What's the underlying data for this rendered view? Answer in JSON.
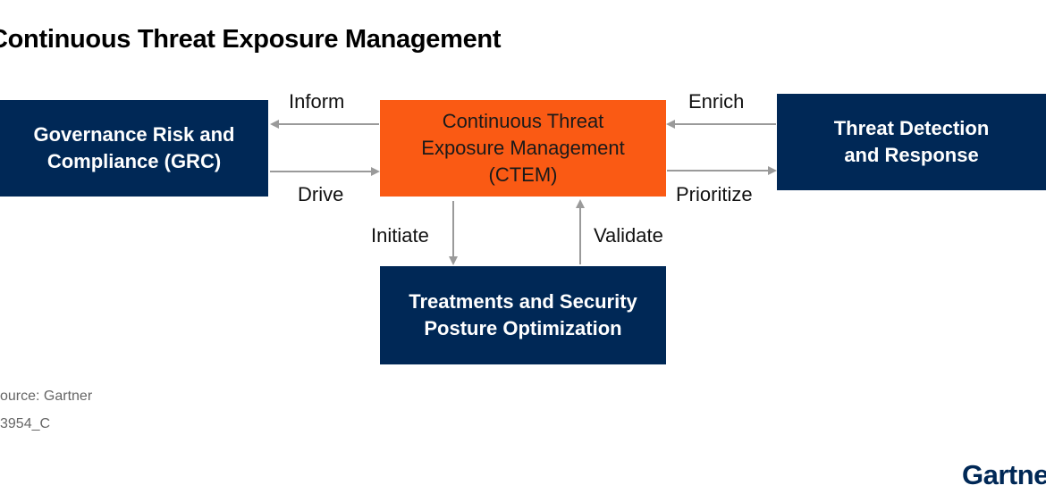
{
  "title": "Continuous Threat Exposure Management",
  "nodes": {
    "grc": "Governance Risk and Compliance (GRC)",
    "ctem": "Continuous Threat Exposure Management (CTEM)",
    "tdr": "Threat Detection and Response",
    "tspo": "Treatments and Security Posture Optimization"
  },
  "nodes_lines": {
    "grc": [
      "Governance Risk and",
      "Compliance (GRC)"
    ],
    "ctem": [
      "Continuous Threat",
      "Exposure Management",
      "(CTEM)"
    ],
    "tdr": [
      "Threat Detection",
      "and Response"
    ],
    "tspo": [
      "Treatments and Security",
      "Posture Optimization"
    ]
  },
  "edges": {
    "inform": "Inform",
    "drive": "Drive",
    "enrich": "Enrich",
    "prioritize": "Prioritize",
    "initiate": "Initiate",
    "validate": "Validate"
  },
  "footer": {
    "source": "ource: Gartner",
    "id": "3954_C"
  },
  "logo": "Gartne",
  "colors": {
    "navy": "#002856",
    "orange": "#fa5a14",
    "arrow": "#9a9a9a"
  }
}
